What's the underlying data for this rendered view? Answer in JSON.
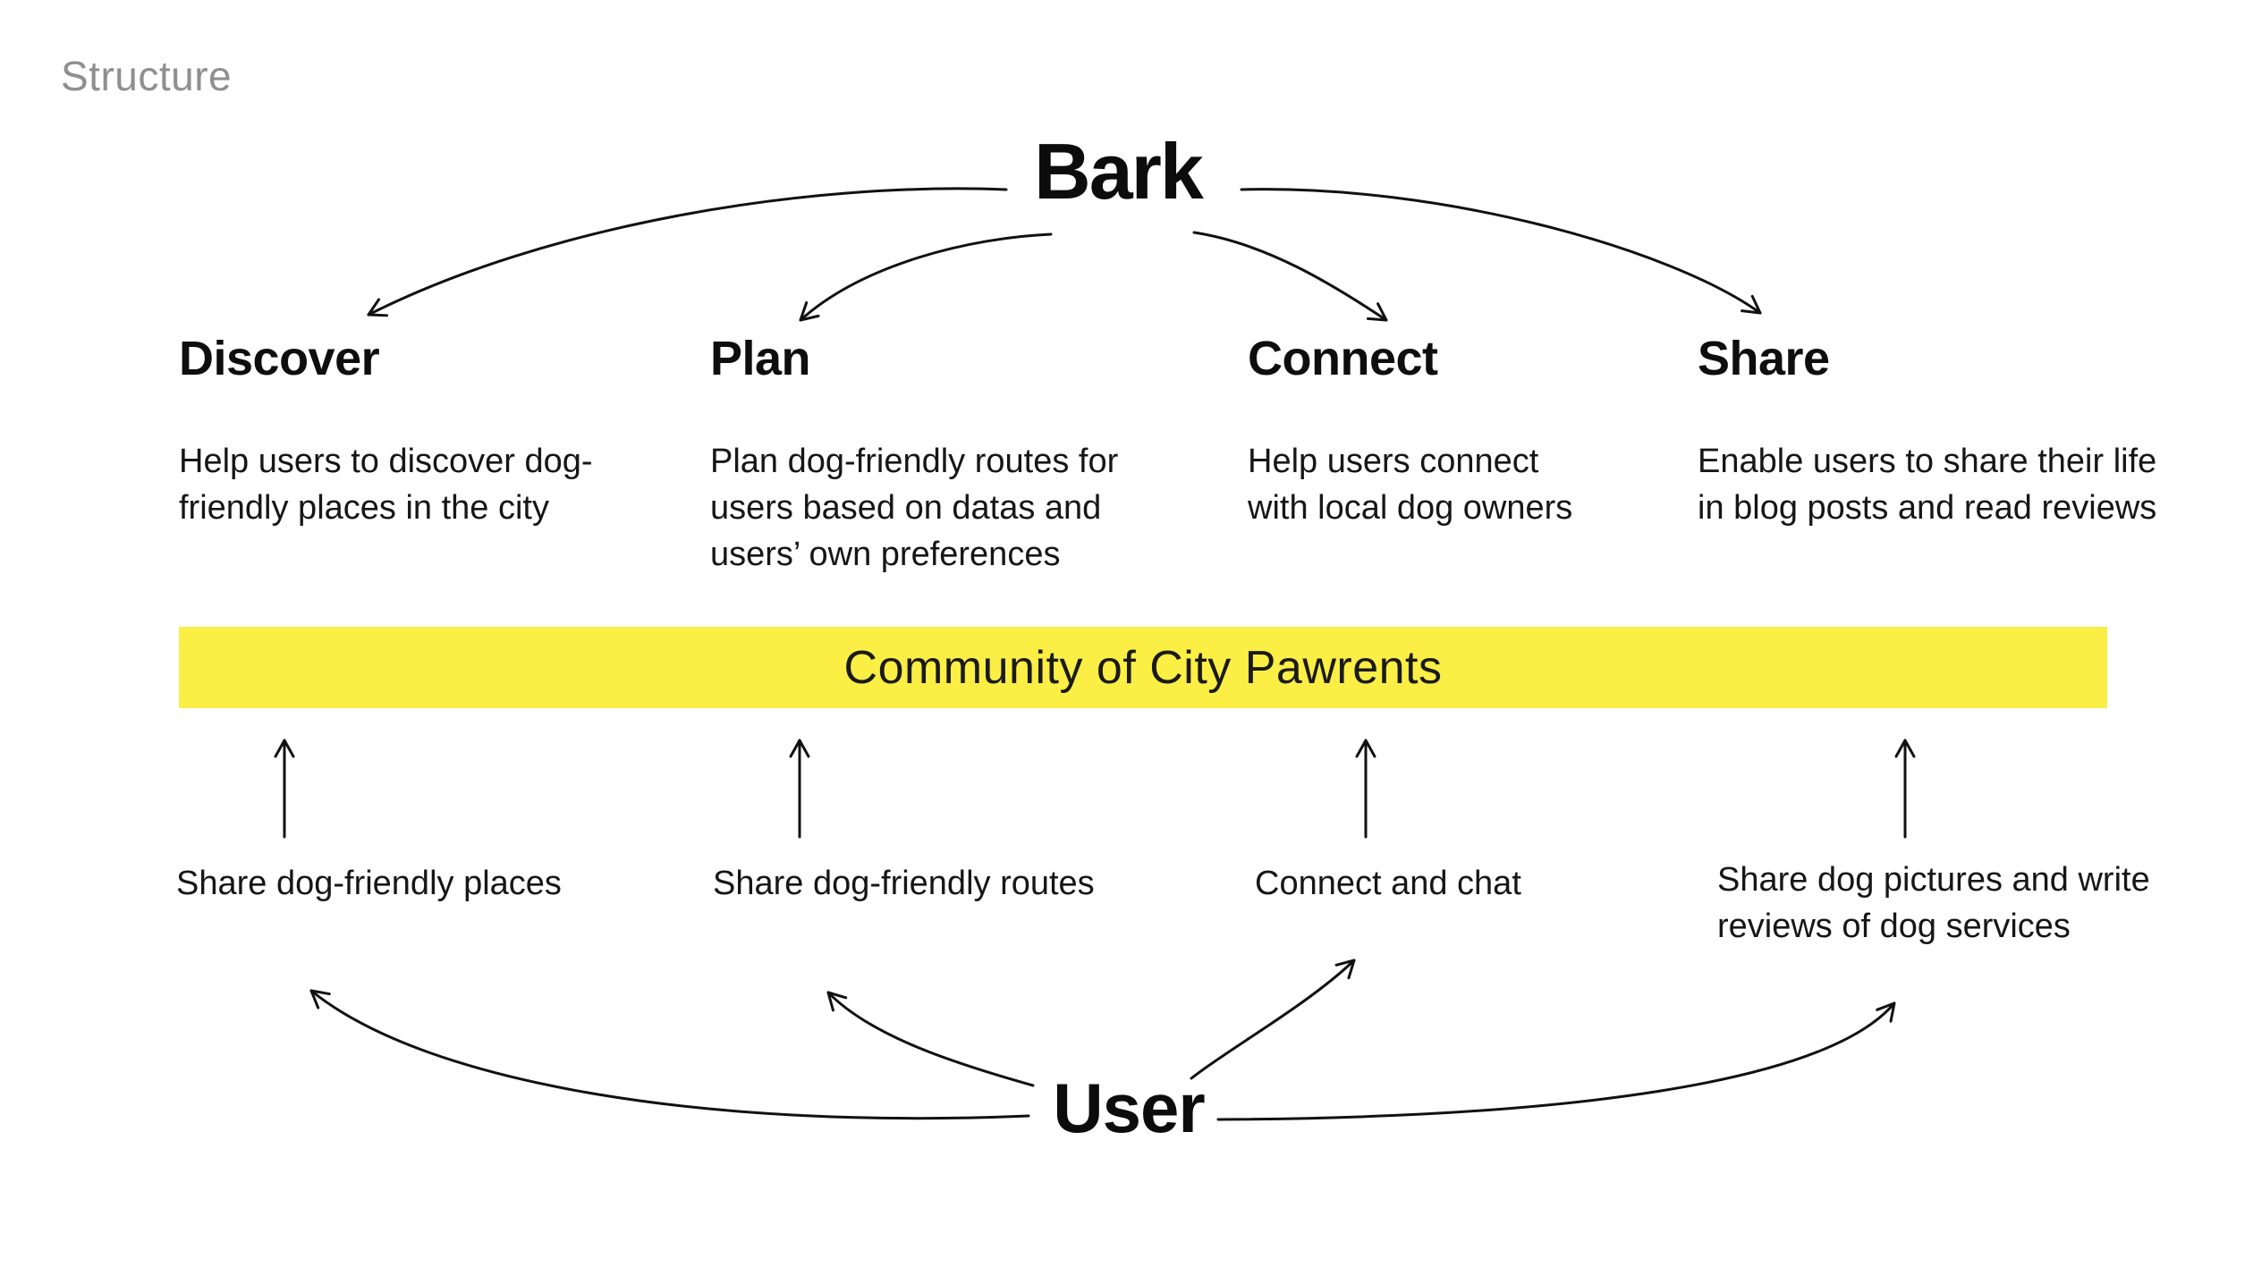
{
  "slide": {
    "label": "Structure"
  },
  "diagram": {
    "root": {
      "title": "Bark"
    },
    "features": [
      {
        "title": "Discover",
        "description": "Help users to discover dog-\nfriendly places in the city"
      },
      {
        "title": "Plan",
        "description": "Plan dog-friendly routes for\nusers based on datas and\nusers’ own preferences"
      },
      {
        "title": "Connect",
        "description": "Help users connect\nwith local dog owners"
      },
      {
        "title": "Share",
        "description": "Enable users to share their life\nin blog posts and read reviews"
      }
    ],
    "community_banner": {
      "label": "Community of City Pawrents",
      "background_color": "#FBEE44"
    },
    "user": {
      "title": "User"
    },
    "user_actions": [
      {
        "label": "Share dog-friendly places"
      },
      {
        "label": "Share dog-friendly routes"
      },
      {
        "label": "Connect and chat"
      },
      {
        "label": "Share dog pictures and write\nreviews of dog services"
      }
    ]
  },
  "colors": {
    "background": "#FFFFFF",
    "text": "#121212",
    "muted_label": "#8F8F8F",
    "arrow": "#111111",
    "banner_background": "#FBEE44"
  }
}
